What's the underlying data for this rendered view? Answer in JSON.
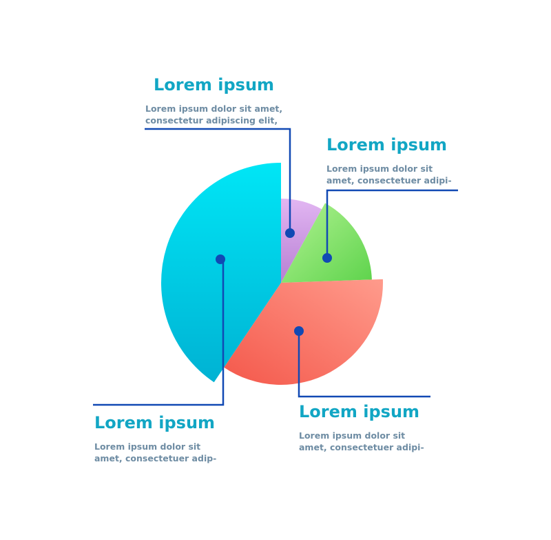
{
  "chart_data": {
    "type": "pie",
    "slices": [
      {
        "key": "purple",
        "value": 8,
        "start_angle": 0,
        "end_angle": 29,
        "radius": 122,
        "color_light": "#e2b6f2",
        "color_dark": "#b77fd3"
      },
      {
        "key": "green",
        "value": 15,
        "start_angle": 29,
        "end_angle": 88,
        "radius": 132,
        "color_light": "#b3f393",
        "color_dark": "#5ed34c"
      },
      {
        "key": "red",
        "value": 35,
        "start_angle": 88,
        "end_angle": 214,
        "radius": 148,
        "color_light": "#ff9b8c",
        "color_dark": "#f4584b"
      },
      {
        "key": "blue",
        "value": 42,
        "start_angle": 214,
        "end_angle": 360,
        "radius": 174,
        "color_light": "#00e6f6",
        "color_dark": "#00b2d3"
      }
    ],
    "leader_color": "#1149b4"
  },
  "labels": {
    "purple": {
      "title": "Lorem ipsum",
      "lines": [
        "Lorem ipsum dolor sit amet,",
        "consectetur adipiscing elit,"
      ]
    },
    "green": {
      "title": "Lorem ipsum",
      "lines": [
        "Lorem ipsum dolor sit",
        "amet, consectetuer adipi-"
      ]
    },
    "blue": {
      "title": "Lorem ipsum",
      "lines": [
        "Lorem ipsum dolor sit",
        "amet, consectetuer adip-"
      ]
    },
    "red": {
      "title": "Lorem ipsum",
      "lines": [
        "Lorem ipsum dolor sit",
        "amet, consectetuer adipi-"
      ]
    }
  }
}
